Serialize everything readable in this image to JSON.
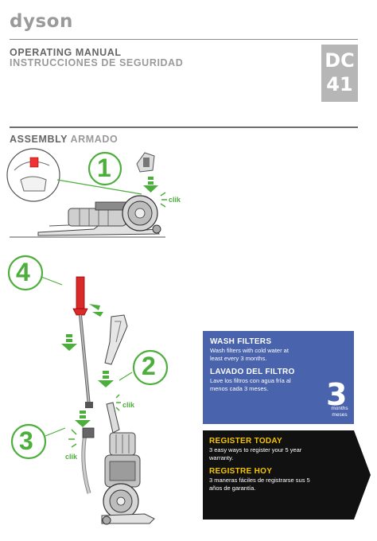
{
  "header": {
    "brand": "dyson",
    "title_en": "OPERATING MANUAL",
    "title_es": "INSTRUCCIONES DE SEGURIDAD",
    "model_line1": "DC",
    "model_line2": "41"
  },
  "assembly": {
    "heading_en": "ASSEMBLY",
    "heading_es": "ARMADO"
  },
  "steps": {
    "step1": "1",
    "step2": "2",
    "step3": "3",
    "step4": "4",
    "clik": "clik"
  },
  "wash": {
    "heading_en": "WASH FILTERS",
    "text_en": "Wash filters with cold water at least every 3 months.",
    "heading_es": "LAVADO DEL FILTRO",
    "text_es": "Lave los filtros con agua fría al menos cada 3 meses.",
    "number": "3",
    "unit_en": "months",
    "unit_es": "meses"
  },
  "register": {
    "heading_en": "REGISTER TODAY",
    "text_en": "3 easy ways to register your 5 year warranty.",
    "heading_es": "REGISTRE HOY",
    "text_es": "3 maneras fáciles de registrarse sus 5 años de garantía."
  },
  "colors": {
    "green": "#4cae3b",
    "red": "#d92a2a",
    "blue_panel": "#4a63ad",
    "black_panel": "#111111",
    "accent_yellow": "#f5c400",
    "grey": "#b6b6b6"
  },
  "icons": [
    "faucet-icon",
    "mouse-icon",
    "phone-icon",
    "envelope-icon"
  ]
}
